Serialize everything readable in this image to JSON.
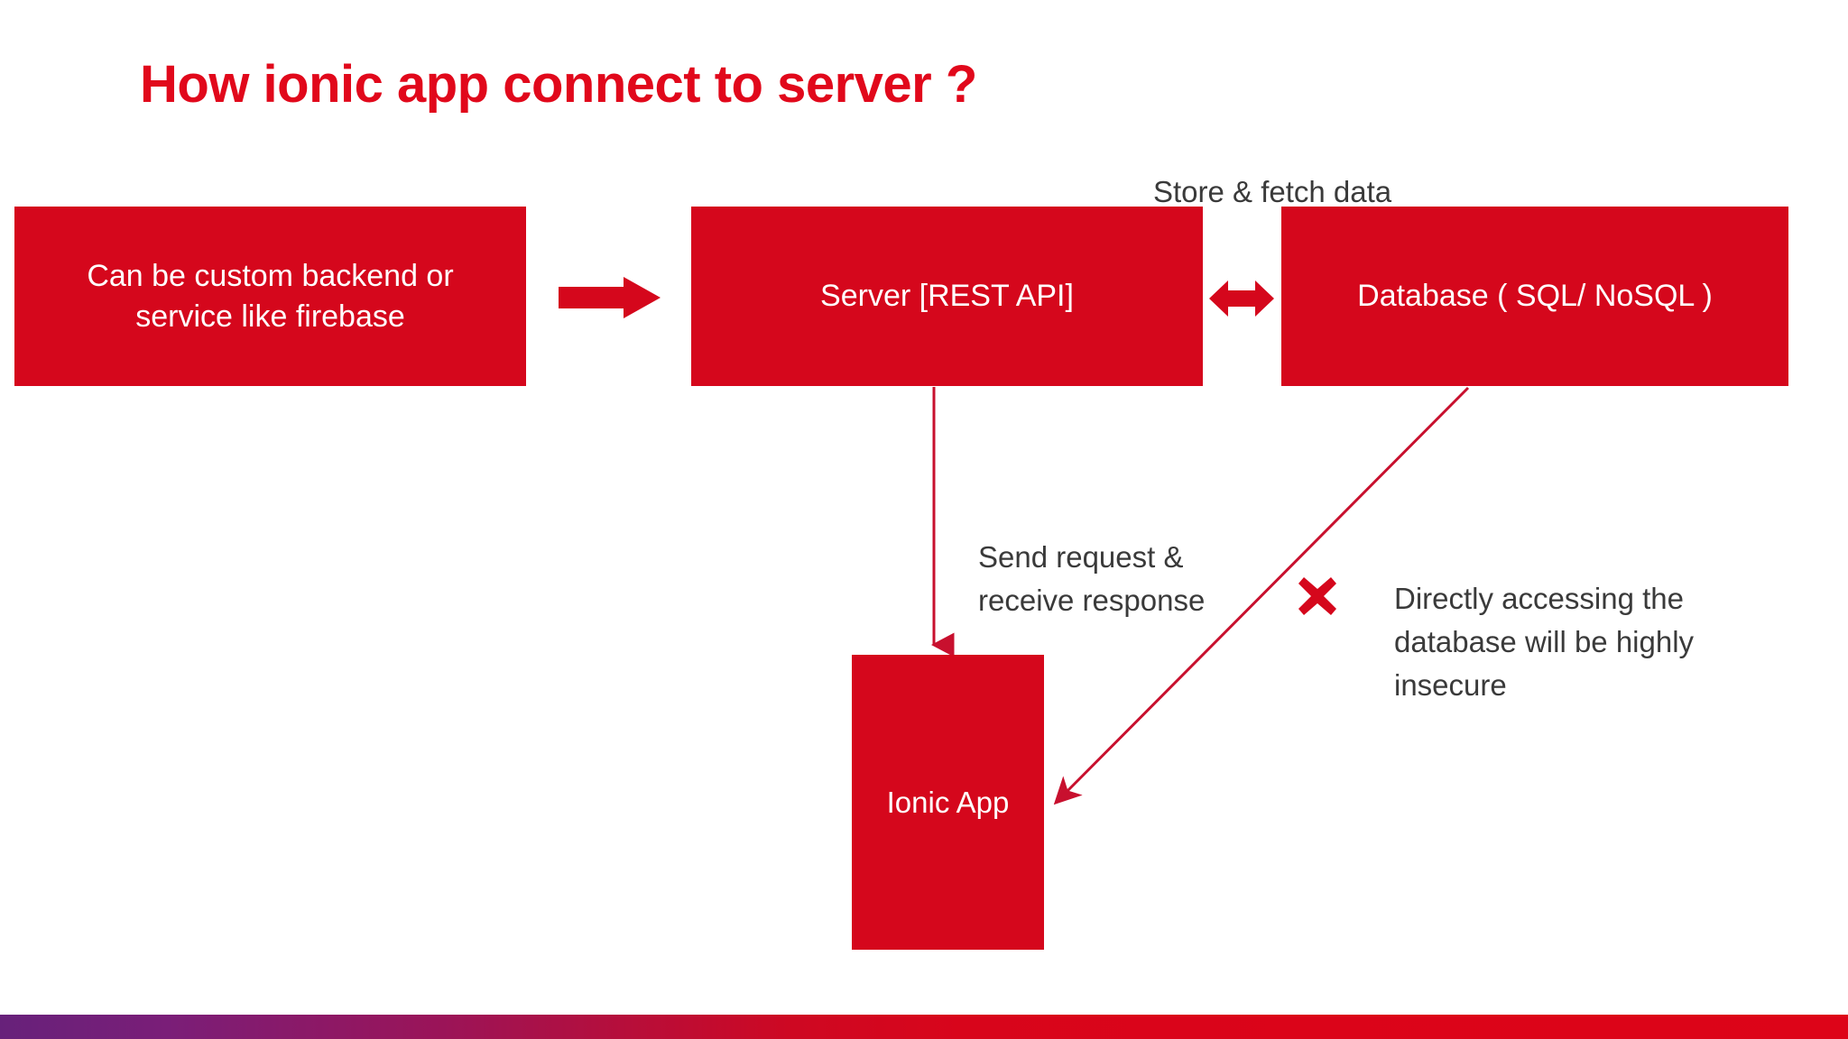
{
  "slide": {
    "title": "How ionic app connect to server ?",
    "background_color": "#FFFFFF",
    "accent_red": "#D5071C",
    "title_red": "#E1081B",
    "text_gray": "#3A3A3A"
  },
  "boxes": {
    "backend": {
      "label": "Can be custom backend or service like firebase",
      "line1": "Can be custom backend or",
      "line2": "service like firebase"
    },
    "server": {
      "label": "Server [REST API]"
    },
    "database": {
      "label": "Database ( SQL/ NoSQL )"
    },
    "ionic_app": {
      "label": "Ionic App"
    }
  },
  "labels": {
    "store_fetch": "Store & fetch data",
    "send_request": "Send request & receive response",
    "send_request_lines": [
      "Send request",
      "& receive",
      "response"
    ],
    "insecure": "Directly accessing the database will be highly insecure",
    "insecure_lines": [
      "Directly accessing the",
      "database will be highly",
      "insecure"
    ]
  },
  "icons": {
    "arrow_right_block": "arrow-right-icon",
    "arrow_left_right_block": "arrow-left-right-icon",
    "cross_mark": "cross-mark-icon",
    "arrow_down_line": "arrow-down-icon",
    "arrow_diagonal_line": "arrow-diagonal-icon"
  },
  "footer": {
    "gradient_start": "#67217A",
    "gradient_end": "#DD0418"
  }
}
